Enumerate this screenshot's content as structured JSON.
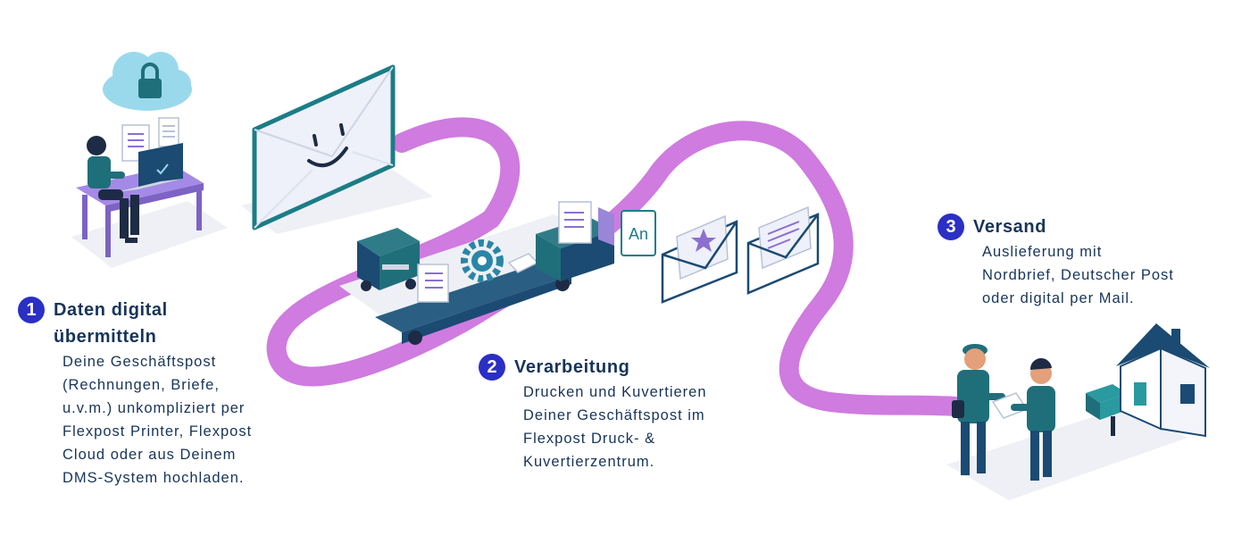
{
  "steps": [
    {
      "number": "1",
      "title": "Daten digital\nübermitteln",
      "body": "Deine Geschäftspost\n(Rechnungen, Briefe,\nu.v.m.) unkompliziert per\nFlexpost Printer, Flexpost\nCloud oder aus Deinem\nDMS-System hochladen."
    },
    {
      "number": "2",
      "title": "Verarbeitung",
      "body": "Drucken und Kuvertieren\nDeiner Geschäftspost im\nFlexpost Druck- &\nKuvertierzentrum."
    },
    {
      "number": "3",
      "title": "Versand",
      "body": "Auslieferung mit\nNordbrief, Deutscher Post\noder digital per Mail."
    }
  ],
  "illustration": {
    "sign_text": "An",
    "icons": [
      "cloud-lock-icon",
      "laptop-user-icon",
      "smiley-envelope-icon",
      "conveyor-machine-icon",
      "gear-icon",
      "envelope-star-icon",
      "envelope-icon",
      "postman-icon",
      "house-mailbox-icon"
    ]
  },
  "colors": {
    "badge": "#2b2fc4",
    "heading": "#17345a",
    "path": "#cf7be0",
    "teal": "#1f6f7a",
    "navy": "#1b4a72",
    "purple": "#8c6fcf"
  }
}
